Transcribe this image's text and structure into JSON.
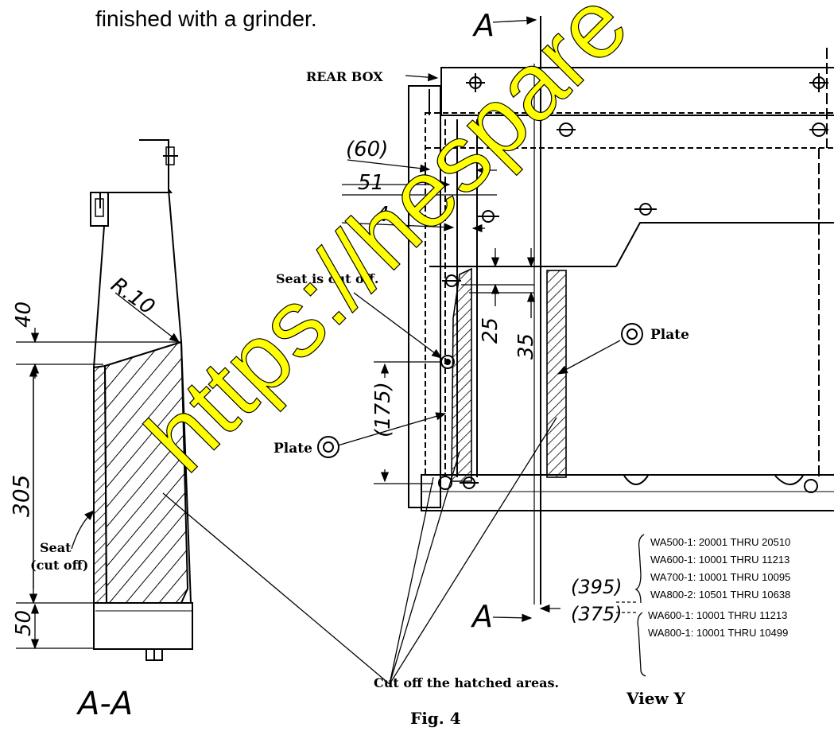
{
  "header_text": "finished with a grinder.",
  "section_marks": {
    "a_top": "A",
    "a_bottom": "A"
  },
  "labels": {
    "rear_box": "REAR BOX",
    "seat_cut_off": "Seat is cut off.",
    "plate_right": "Plate",
    "plate_left": "Plate",
    "seat_label_line1": "Seat",
    "seat_label_line2": "(cut off)",
    "cut_off_hatched": "Cut off the hatched areas.",
    "view_y": "View Y",
    "section_title": "A-A",
    "figure_caption": "Fig. 4"
  },
  "dimensions": {
    "d60": "(60)",
    "d51": "51",
    "d4": "4",
    "d25": "25",
    "d35": "35",
    "d175": "(175)",
    "d40": "40",
    "r10": "R.10",
    "d305": "305",
    "d50": "50",
    "d395": "(395)",
    "d375": "(375)"
  },
  "serial_groups": {
    "group_395": [
      "WA500-1: 20001 THRU 20510",
      "WA600-1: 10001 THRU 11213",
      "WA700-1: 10001 THRU 10095",
      "WA800-2: 10501 THRU 10638"
    ],
    "group_375": [
      "WA600-1: 10001 THRU 11213",
      "WA800-1: 10001 THRU 10499"
    ]
  },
  "watermark": {
    "text": "https://hespare",
    "color": "#ffff00"
  }
}
